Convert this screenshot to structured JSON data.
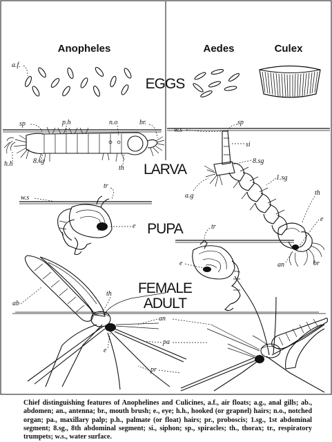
{
  "headers": {
    "anopheles": "Anopheles",
    "aedes": "Aedes",
    "culex": "Culex"
  },
  "stages": {
    "eggs": "EGGS",
    "larva": "LARVA",
    "pupa": "PUPA",
    "female": "FEMALE",
    "adult": "ADULT"
  },
  "labels": {
    "af": "a.f.",
    "sp_left": "sp",
    "ph": "p.h",
    "no": "n.o",
    "br_left": "br.",
    "hh": "h.h",
    "sg8_left": "8.sg",
    "th_left": "th",
    "ws_right": "w.s",
    "sp_right": "sp",
    "si": "si",
    "sg8_right": "8.sg",
    "ag": "a.g",
    "sg1": "1.sg",
    "th_right": "th",
    "e_larva": "e",
    "an_larva": "an",
    "br_right": "br",
    "ws_pupa": "w.s",
    "tr_left": "tr",
    "e_pupa_left": "e",
    "tr_right": "tr",
    "e_pupa_right": "e",
    "ab": "ab",
    "th_adult": "th",
    "an_adult": "an",
    "e_adult": "e",
    "pa": "pa",
    "pr": "pr"
  },
  "caption": "Chief distinguishing features of Anophelines and Culicines, a.f., air floats; a.g., anal gills; ab., abdomen; an., antenna; br., mouth brush; e., eye; h.h., hooked (or grapnel) hairs; n.o., notched organ; pa., maxillary palp; p.h., palmate (or float) hairs; pr., proboscis; 1.sg., 1st abdominal segment; 8.sg., 8th abdominal segment; si., siphon; sp., spiracles; th., thorax; tr., respiratory trumpets; w.s., water surface."
}
